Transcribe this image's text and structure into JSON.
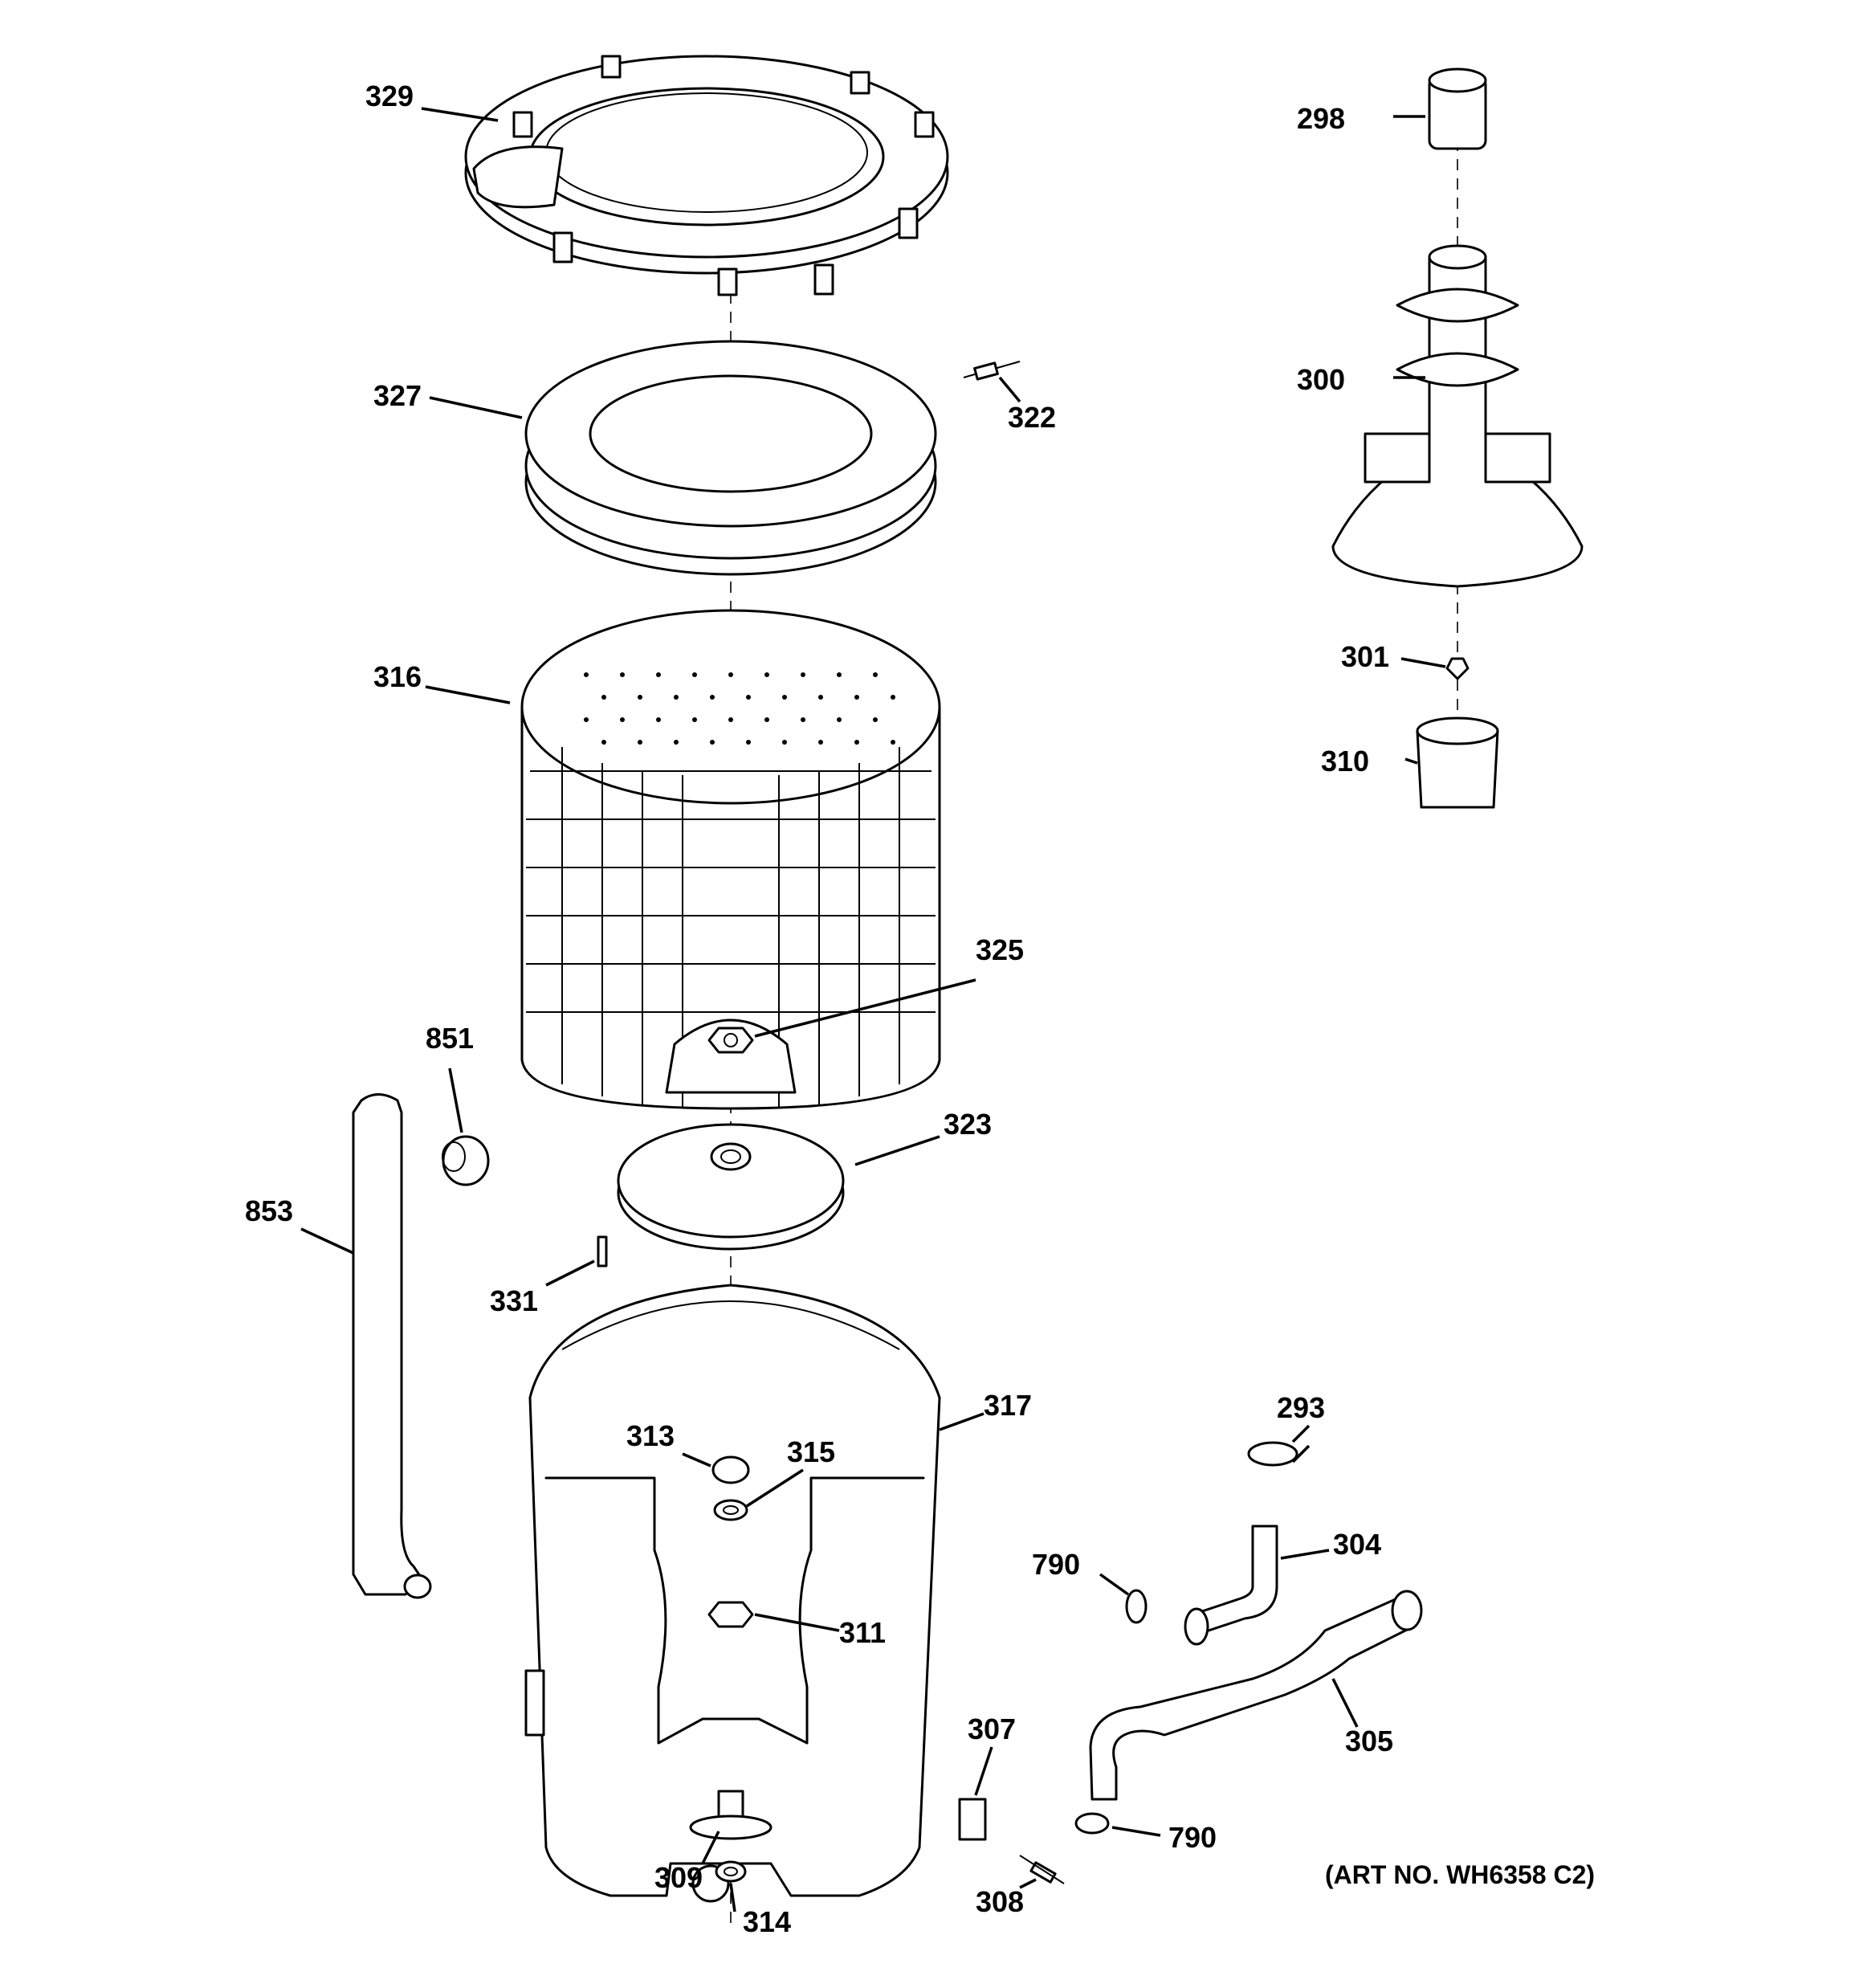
{
  "diagram": {
    "art_number": "(ART NO. WH6358 C2)",
    "callouts": {
      "c329": "329",
      "c327": "327",
      "c322": "322",
      "c316": "316",
      "c325": "325",
      "c851": "851",
      "c853": "853",
      "c323": "323",
      "c331": "331",
      "c317": "317",
      "c313": "313",
      "c315": "315",
      "c311": "311",
      "c309": "309",
      "c314": "314",
      "c298": "298",
      "c300": "300",
      "c301": "301",
      "c310": "310",
      "c293": "293",
      "c304": "304",
      "c790a": "790",
      "c305": "305",
      "c307": "307",
      "c790b": "790",
      "c308": "308"
    }
  }
}
